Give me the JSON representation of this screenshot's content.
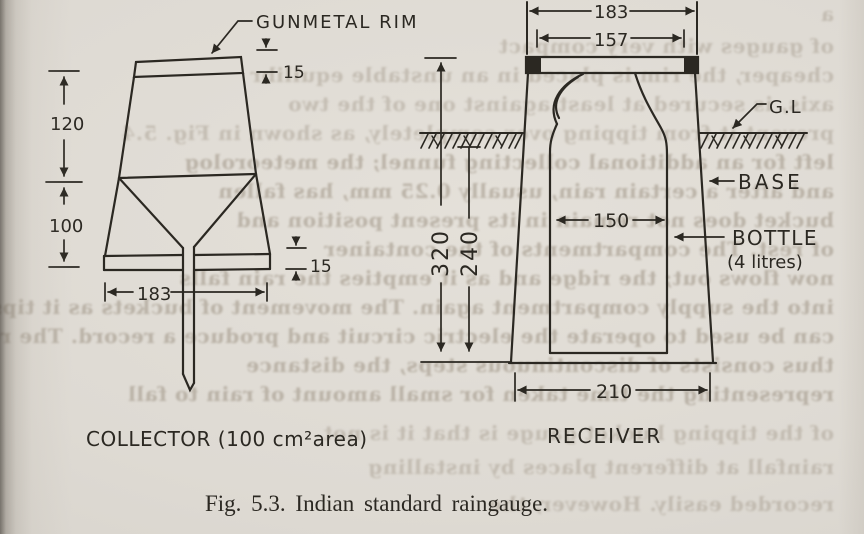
{
  "figure": {
    "caption": "Fig. 5.3. Indian standard raingauge.",
    "collector": {
      "label_rim": "GUNMETAL RIM",
      "dim_rim_thickness": "15",
      "dim_upper_height": "120",
      "dim_lower_height": "100",
      "dim_flange_thickness": "15",
      "dim_width": "183",
      "caption": "COLLECTOR (100 cm²area)"
    },
    "receiver": {
      "dim_top_outer_width": "183",
      "dim_top_inner_width": "157",
      "label_ground_level": "G.L",
      "label_base": "BASE",
      "label_bottle": "BOTTLE",
      "label_bottle_capacity": "(4 litres)",
      "dim_bottle_width": "150",
      "dim_total_height": "320",
      "dim_buried_depth": "240",
      "dim_bottom_width": "210",
      "caption": "RECEIVER"
    }
  },
  "colors": {
    "paper": "#e0dcd5",
    "ink": "#2b2822",
    "bleed_text": "#8d8170",
    "gutter_shadow": "#4a453d"
  },
  "bleed_through": {
    "lines": [
      "a",
      "of gauges with very compact",
      "cheaper, the rim is placed in an unstable equilibr",
      "axis, is secured at least against one of the two",
      "prevent it from tipping over completely, as shown in Fig. 5.4",
      "left for an additional collecting funnel; the meteorolog",
      "and after a certain rain, usually 0.25 mm, has fallen",
      "bucket does not remain in its present position and",
      "of rest. The compartments of the container",
      "now flows out; the ridge and as it empties the rain falls",
      "into the supply compartment again. The movement of buckets as it tips over",
      "can be used to operate the electric circuit and produce a record. The record",
      "thus consists of discontinuous steps, the distance",
      "representing the time taken for small amount of rain to fall",
      "of the tipping bucket gauge is that it is not",
      "rainfall at different places by installing",
      "recorded easily. However, the"
    ]
  }
}
